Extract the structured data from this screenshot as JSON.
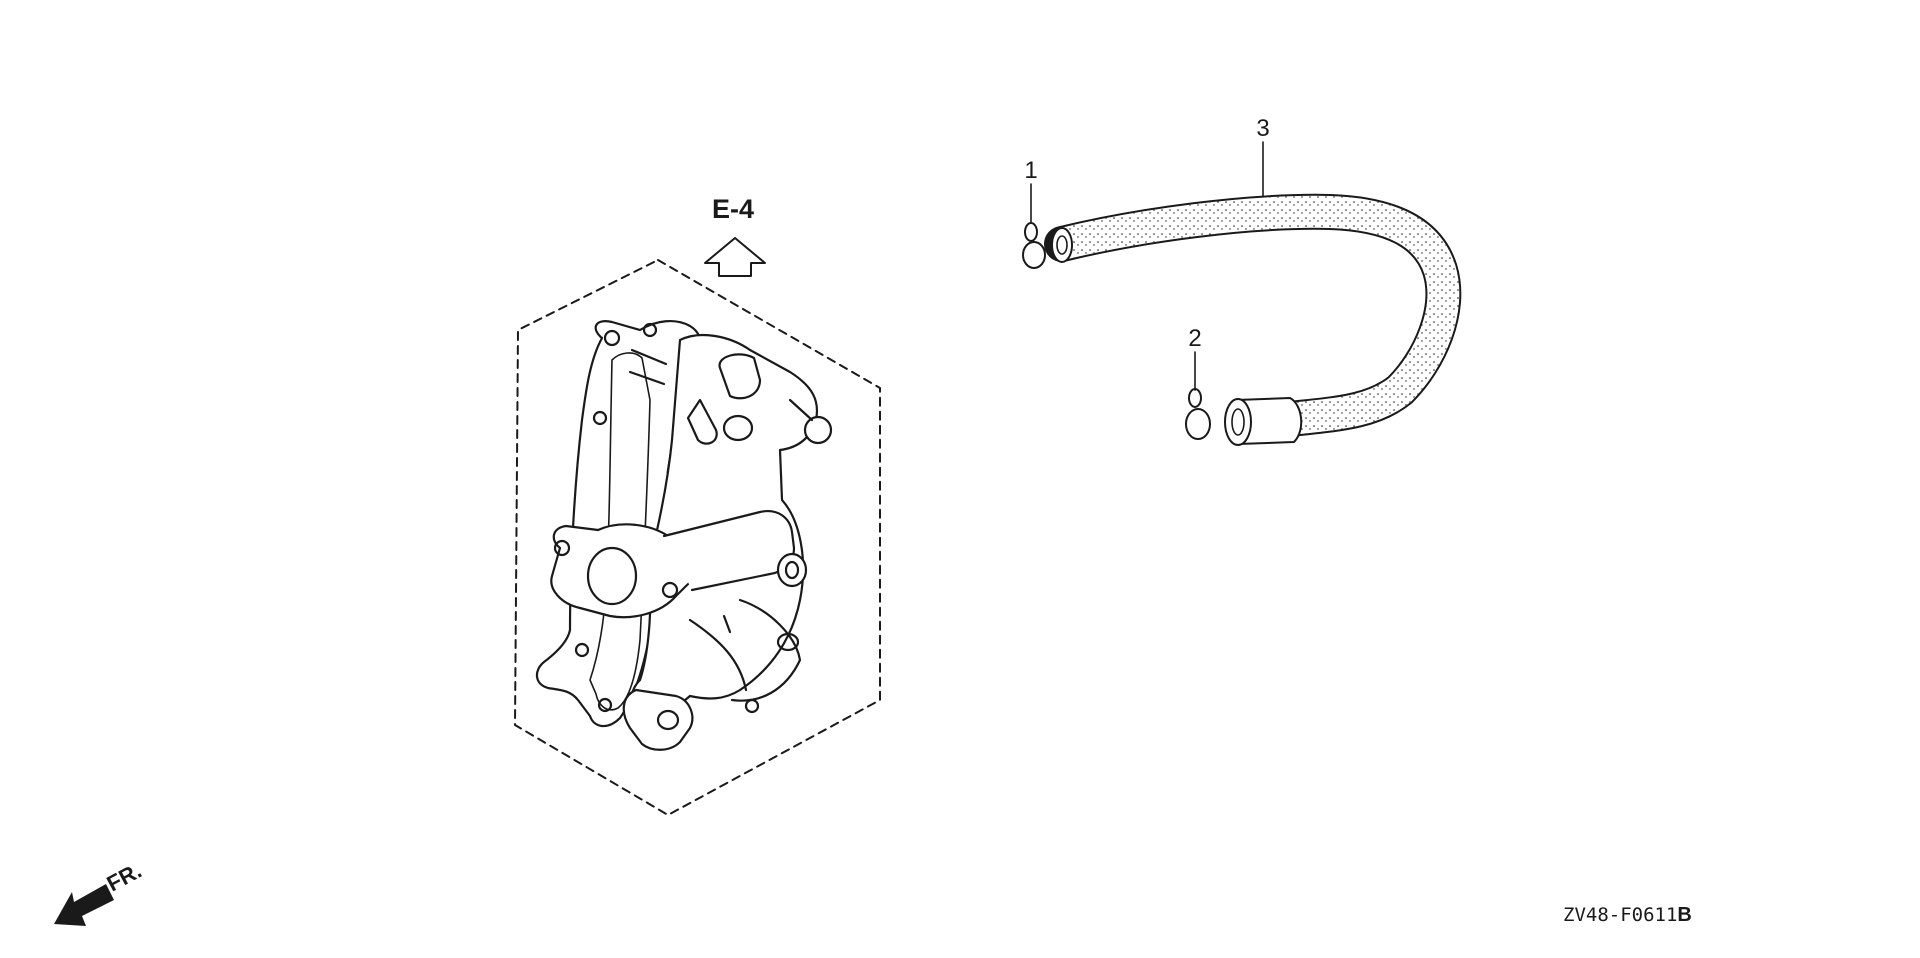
{
  "diagram": {
    "reference_label": "E-4",
    "front_label": "FR.",
    "code_main": "ZV48-F0611",
    "code_suffix": "B",
    "callouts": [
      {
        "id": "1",
        "label": "1"
      },
      {
        "id": "2",
        "label": "2"
      },
      {
        "id": "3",
        "label": "3"
      }
    ],
    "colors": {
      "ink": "#1a1a1a",
      "background": "#ffffff"
    }
  }
}
